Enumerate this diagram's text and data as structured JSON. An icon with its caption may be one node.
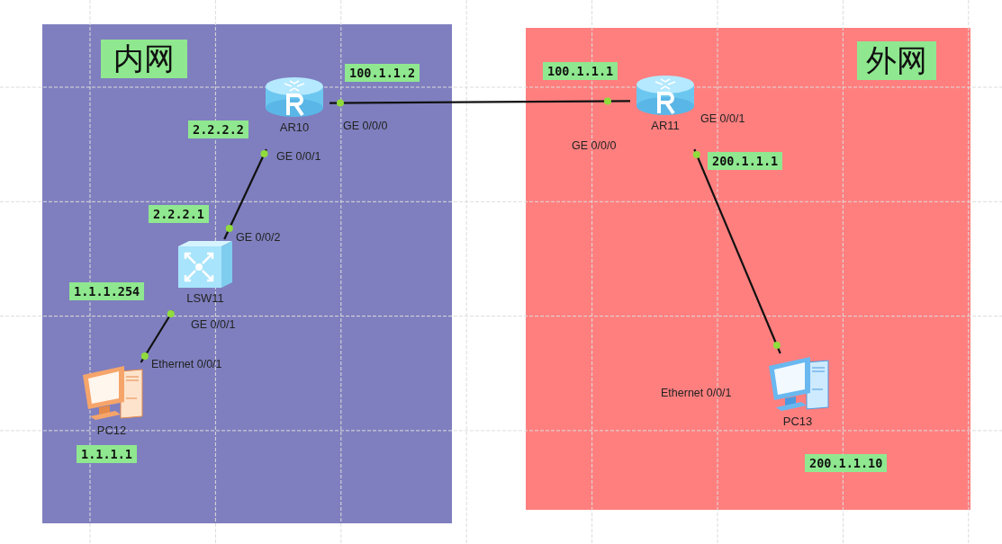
{
  "diagram": {
    "nodes": [
      {
        "text": [
          "内网"
        ]
      },
      {
        "text": [
          "外网"
        ]
      },
      {
        "text": [
          "AR10"
        ],
        "in": 0
      },
      {
        "text": [
          "LSW11"
        ],
        "in": 0
      },
      {
        "text": [
          "PC12"
        ],
        "in": 0
      },
      {
        "text": [
          "AR11"
        ],
        "in": 1
      },
      {
        "text": [
          "PC13"
        ],
        "in": 1
      }
    ],
    "edges": [
      {
        "from": 2,
        "to": 5,
        "arrow": "none"
      },
      {
        "from": 2,
        "to": 3,
        "arrow": "none"
      },
      {
        "from": 3,
        "to": 4,
        "arrow": "none"
      },
      {
        "from": 5,
        "to": 6,
        "arrow": "none"
      }
    ],
    "labels": [
      "100.1.1.2",
      "100.1.1.1",
      "2.2.2.2",
      "GE 0/0/0",
      "GE 0/0/1",
      "GE 0/0/0",
      "GE 0/0/1",
      "200.1.1.1",
      "2.2.2.1",
      "GE 0/0/2",
      "1.1.1.254",
      "GE 0/0/1",
      "Ethernet 0/0/1",
      "Ethernet 0/0/1",
      "1.1.1.1",
      "200.1.1.10"
    ]
  }
}
